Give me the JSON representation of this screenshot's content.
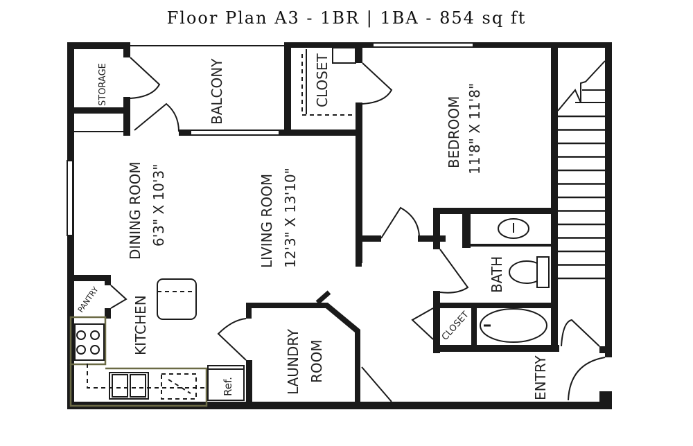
{
  "title": "Floor Plan A3 - 1BR | 1BA - 854 sq ft",
  "rooms": {
    "storage": {
      "name": "STORAGE"
    },
    "balcony": {
      "name": "BALCONY"
    },
    "closet_bedroom": {
      "name": "CLOSET"
    },
    "bedroom": {
      "name": "BEDROOM",
      "size": "11'8\" X 11'8\""
    },
    "dining": {
      "name": "DINING ROOM",
      "size": "6'3\" X 10'3\""
    },
    "living": {
      "name": "LIVING ROOM",
      "size": "12'3\" X 13'10\""
    },
    "pantry": {
      "name": "PANTRY"
    },
    "kitchen": {
      "name": "KITCHEN"
    },
    "fridge": {
      "name": "Ref."
    },
    "laundry": {
      "name": "LAUNDRY",
      "name2": "ROOM"
    },
    "bath": {
      "name": "BATH"
    },
    "closet_hall": {
      "name": "CLOSET"
    },
    "entry": {
      "name": "ENTRY"
    }
  }
}
